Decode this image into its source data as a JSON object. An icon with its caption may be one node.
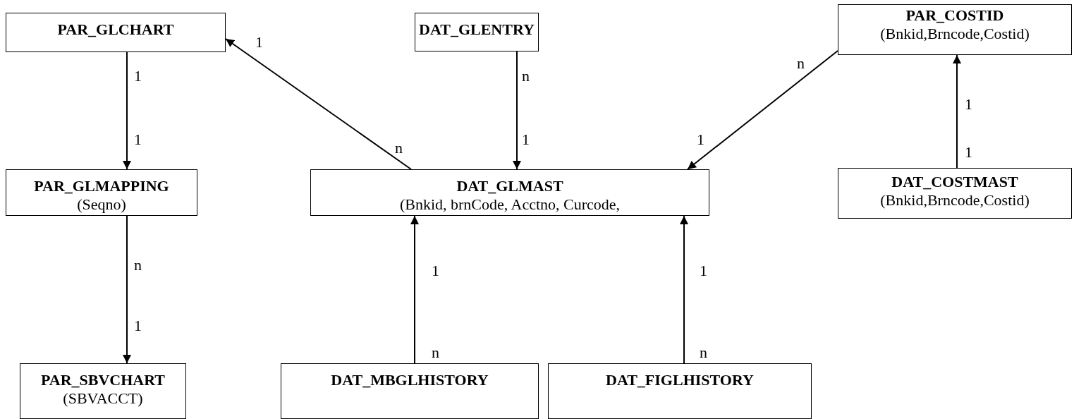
{
  "diagram": {
    "nodes": [
      {
        "text": [
          "PAR_GLCHART"
        ]
      },
      {
        "text": [
          "DAT_GLENTRY"
        ]
      },
      {
        "text": [
          "PAR_COSTID",
          "(Bnkid,Brncode,Costid)"
        ]
      },
      {
        "text": [
          "PAR_GLMAPPING",
          "(Seqno)"
        ]
      },
      {
        "text": [
          "DAT_GLMAST",
          "(Bnkid, brnCode, Acctno, Curcode,"
        ]
      },
      {
        "text": [
          "DAT_COSTMAST",
          "(Bnkid,Brncode,Costid)"
        ]
      },
      {
        "text": [
          "PAR_SBVCHART",
          "(SBVACCT)"
        ]
      },
      {
        "text": [
          "DAT_MBGLHISTORY"
        ]
      },
      {
        "text": [
          "DAT_FIGLHISTORY"
        ]
      }
    ],
    "edges": [
      {
        "from": 4,
        "to": 0,
        "arrow": "to"
      },
      {
        "from": 0,
        "to": 3,
        "arrow": "to"
      },
      {
        "from": 1,
        "to": 4,
        "arrow": "to"
      },
      {
        "from": 2,
        "to": 4,
        "arrow": "to"
      },
      {
        "from": 5,
        "to": 2,
        "arrow": "to"
      },
      {
        "from": 3,
        "to": 6,
        "arrow": "to"
      },
      {
        "from": 7,
        "to": 4,
        "arrow": "to"
      },
      {
        "from": 8,
        "to": 4,
        "arrow": "to"
      }
    ],
    "labels": [
      "1",
      "n",
      "1",
      "n",
      "1",
      "1",
      "1",
      "1",
      "n",
      "1",
      "n",
      "1",
      "1",
      "1",
      "n",
      "n"
    ]
  }
}
